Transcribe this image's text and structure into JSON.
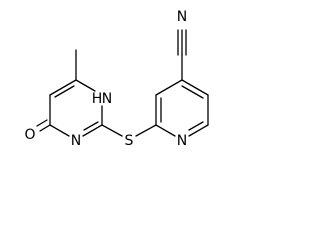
{
  "molecule": {
    "atoms": {
      "nitrile_n": "N",
      "ring_nh": "H",
      "ring_n_of_nh": "N",
      "ring_n_lower": "N",
      "carbonyl_o": "O",
      "thioether_s": "S",
      "pyridine_n": "N"
    }
  },
  "colors": {
    "bond": "#000000",
    "label": "#000000",
    "background": "#ffffff"
  }
}
